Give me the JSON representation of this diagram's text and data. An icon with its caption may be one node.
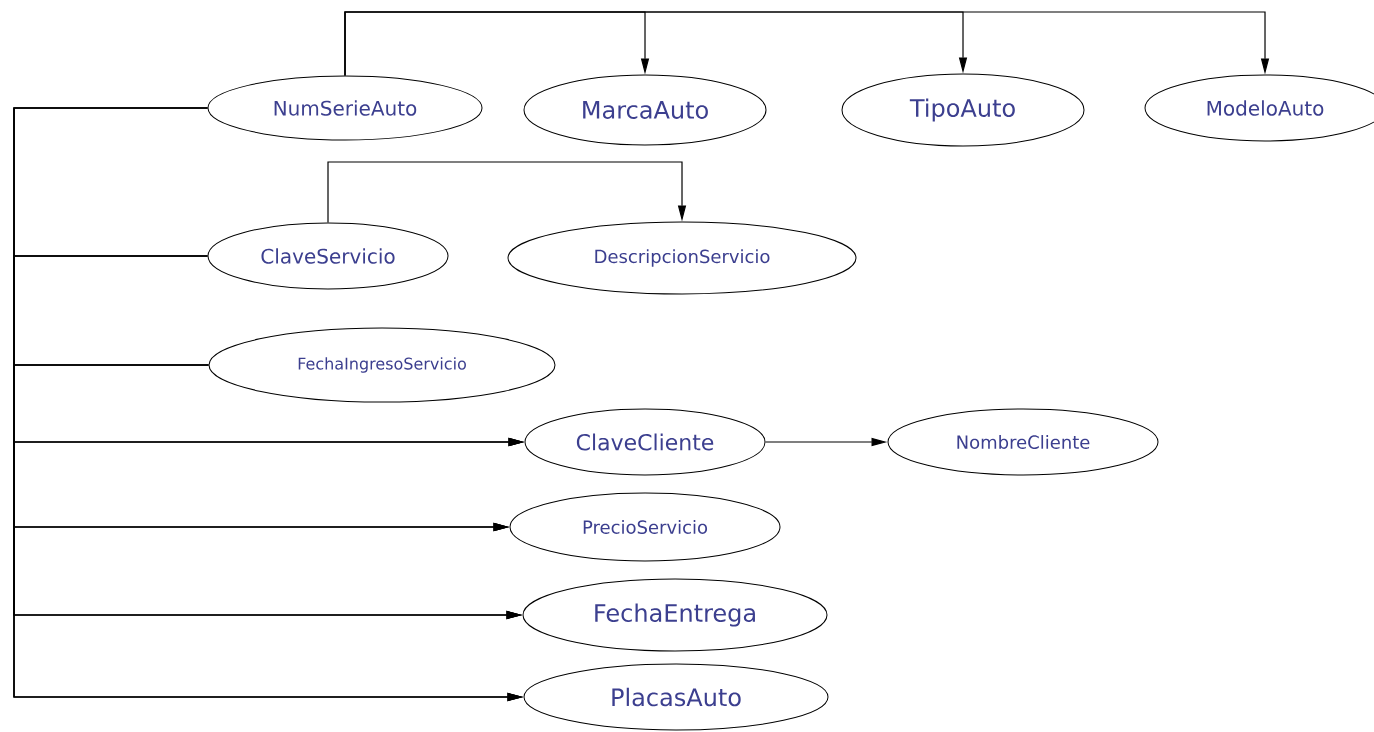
{
  "diagram": {
    "nodes": [
      {
        "text": [
          "NumSerieAuto"
        ]
      },
      {
        "text": [
          "MarcaAuto"
        ]
      },
      {
        "text": [
          "TipoAuto"
        ]
      },
      {
        "text": [
          "ModeloAuto"
        ]
      },
      {
        "text": [
          "ClaveServicio"
        ]
      },
      {
        "text": [
          "DescripcionServicio"
        ]
      },
      {
        "text": [
          "FechaIngresoServicio"
        ]
      },
      {
        "text": [
          "ClaveCliente"
        ]
      },
      {
        "text": [
          "NombreCliente"
        ]
      },
      {
        "text": [
          "PrecioServicio"
        ]
      },
      {
        "text": [
          "FechaEntrega"
        ]
      },
      {
        "text": [
          "PlacasAuto"
        ]
      }
    ],
    "edges": [
      {
        "from": 0,
        "to": 1,
        "arrow": "to"
      },
      {
        "from": 0,
        "to": 2,
        "arrow": "to"
      },
      {
        "from": 0,
        "to": 3,
        "arrow": "to"
      },
      {
        "from": 4,
        "to": 5,
        "arrow": "to"
      },
      {
        "from": 0,
        "to": 7,
        "arrow": "to"
      },
      {
        "from": 4,
        "to": 7,
        "arrow": "to"
      },
      {
        "from": 6,
        "to": 7,
        "arrow": "to"
      },
      {
        "from": 0,
        "to": 9,
        "arrow": "to"
      },
      {
        "from": 4,
        "to": 9,
        "arrow": "to"
      },
      {
        "from": 6,
        "to": 9,
        "arrow": "to"
      },
      {
        "from": 0,
        "to": 10,
        "arrow": "to"
      },
      {
        "from": 4,
        "to": 10,
        "arrow": "to"
      },
      {
        "from": 6,
        "to": 10,
        "arrow": "to"
      },
      {
        "from": 0,
        "to": 11,
        "arrow": "to"
      },
      {
        "from": 4,
        "to": 11,
        "arrow": "to"
      },
      {
        "from": 6,
        "to": 11,
        "arrow": "to"
      },
      {
        "from": 7,
        "to": 8,
        "arrow": "to"
      }
    ]
  }
}
